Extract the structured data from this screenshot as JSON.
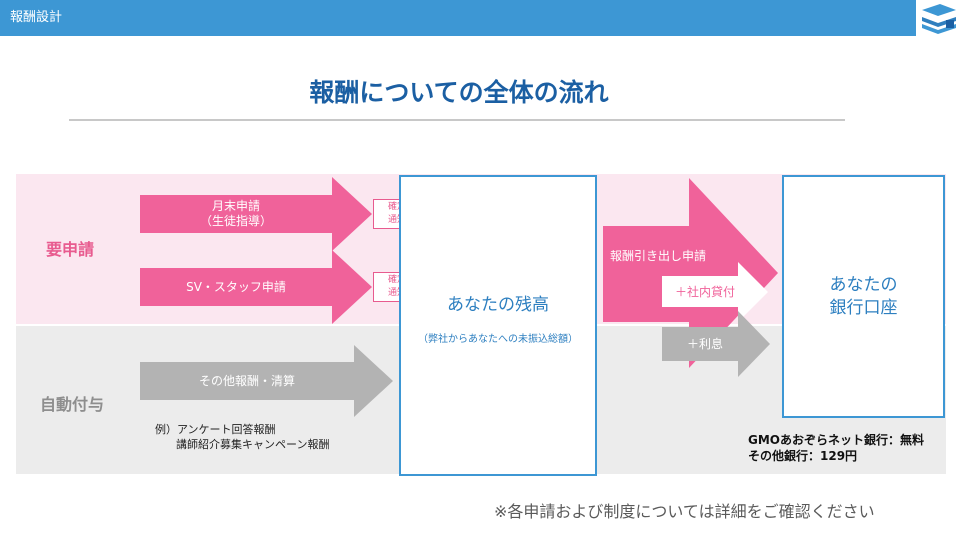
{
  "header": {
    "title": "報酬設計",
    "logo": "stacked-books-icon"
  },
  "title": "報酬についての全体の流れ",
  "rows": {
    "required": "要申請",
    "auto": "自動付与"
  },
  "flows": {
    "monthly_line1": "月末申請",
    "monthly_line2": "（生徒指導）",
    "sv_staff": "SV・スタッフ申請",
    "other": "その他報酬・清算",
    "withdraw": "報酬引き出し申請",
    "loan": "＋社内貸付",
    "interest": "＋利息"
  },
  "notices": {
    "line1": "確定",
    "line2": "通知"
  },
  "balance": {
    "title": "あなたの残高",
    "subtitle": "（弊社からあなたへの未振込総額）"
  },
  "bank": {
    "line1": "あなたの",
    "line2": "銀行口座"
  },
  "example": {
    "line1": "例）アンケート回答報酬",
    "line2": "講師紹介募集キャンペーン報酬"
  },
  "fees": {
    "line1": "GMOあおぞらネット銀行：無料",
    "line2": "その他銀行：129円"
  },
  "footnote": "※各申請および制度については詳細をご確認ください",
  "colors": {
    "header": "#3d97d4",
    "pink": "#f0629a",
    "gray": "#b3b3b3",
    "blue": "#3d97d4"
  }
}
